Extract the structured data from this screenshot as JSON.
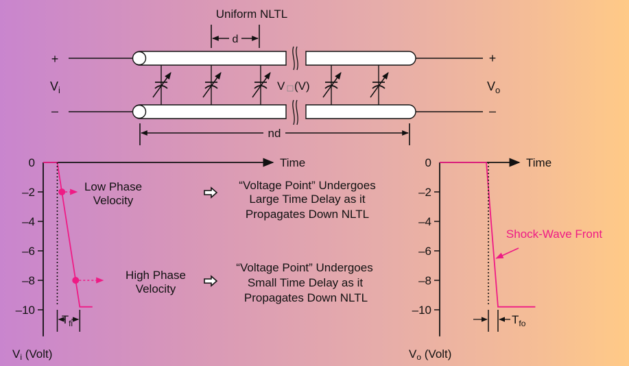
{
  "colors": {
    "background_start": "#c985ce",
    "background_end": "#ffca87",
    "line": "#111111",
    "accent": "#ee1b85",
    "conductor_fill": "#ffffff"
  },
  "schematic": {
    "title": "Uniform NLTL",
    "input_plus": "+",
    "input_minus": "–",
    "input_label": "V",
    "input_label_sub": "i",
    "output_plus": "+",
    "output_minus": "–",
    "output_label": "V",
    "output_label_sub": "o",
    "section_length_label": "d",
    "total_length_label": "nd",
    "capacitance_label_prefix": "V",
    "capacitance_label_suffix": "(V)",
    "varactor_count": 5,
    "icons": [
      "varactor-icon",
      "break-mark-icon",
      "coax-end-icon"
    ]
  },
  "descriptions": [
    {
      "arrow_icon": "hollow-right-arrow-icon",
      "lines": [
        "“Voltage Point” Undergoes",
        "Large Time Delay as it",
        "Propagates Down NLTL"
      ]
    },
    {
      "arrow_icon": "hollow-right-arrow-icon",
      "lines": [
        "“Voltage Point” Undergoes",
        "Small Time Delay as it",
        "Propagates Down NLTL"
      ]
    }
  ],
  "chart_data": [
    {
      "type": "line",
      "title": "Input waveform",
      "xlabel": "Time",
      "ylabel": "V",
      "ylabel_sub": "i",
      "ylabel_suffix": " (Volt)",
      "yticks": [
        0,
        -2,
        -4,
        -6,
        -8,
        -10
      ],
      "ytick_labels": [
        "0",
        "–2",
        "–4",
        "–6",
        "–8",
        "–10"
      ],
      "ylim": [
        -11.8,
        0
      ],
      "x_units": "relative time",
      "series": [
        {
          "name": "Vi",
          "color": "#ee1b85",
          "points": [
            [
              0,
              0
            ],
            [
              1.0,
              0
            ],
            [
              2.6,
              -9.8
            ],
            [
              3.5,
              -9.8
            ]
          ]
        }
      ],
      "annotations": [
        {
          "text_lines": [
            "Low Phase",
            "Velocity"
          ],
          "at_value": -2,
          "x": 1.33,
          "color": "#ee1b85"
        },
        {
          "text_lines": [
            "High Phase",
            "Velocity"
          ],
          "at_value": -8,
          "x": 2.3,
          "color": "#ee1b85"
        }
      ],
      "fall_time_label": "T",
      "fall_time_sub": "fi",
      "xlim": [
        0,
        10
      ]
    },
    {
      "type": "line",
      "title": "Output waveform",
      "xlabel": "Time",
      "ylabel": "V",
      "ylabel_sub": "o",
      "ylabel_suffix": " (Volt)",
      "yticks": [
        0,
        -2,
        -4,
        -6,
        -8,
        -10
      ],
      "ytick_labels": [
        "0",
        "–2",
        "–4",
        "–6",
        "–8",
        "–10"
      ],
      "ylim": [
        -11.8,
        0
      ],
      "x_units": "relative time",
      "series": [
        {
          "name": "Vo",
          "color": "#ee1b85",
          "points": [
            [
              0,
              0
            ],
            [
              1.0,
              0
            ],
            [
              1.25,
              -9.8
            ],
            [
              2.05,
              -9.8
            ]
          ]
        }
      ],
      "annotations": [
        {
          "text_lines": [
            "Shock-Wave Front"
          ],
          "points_to_value": -6.6,
          "color": "#ee1b85"
        }
      ],
      "fall_time_label": "T",
      "fall_time_sub": "fo",
      "xlim": [
        0,
        4.8
      ]
    }
  ]
}
